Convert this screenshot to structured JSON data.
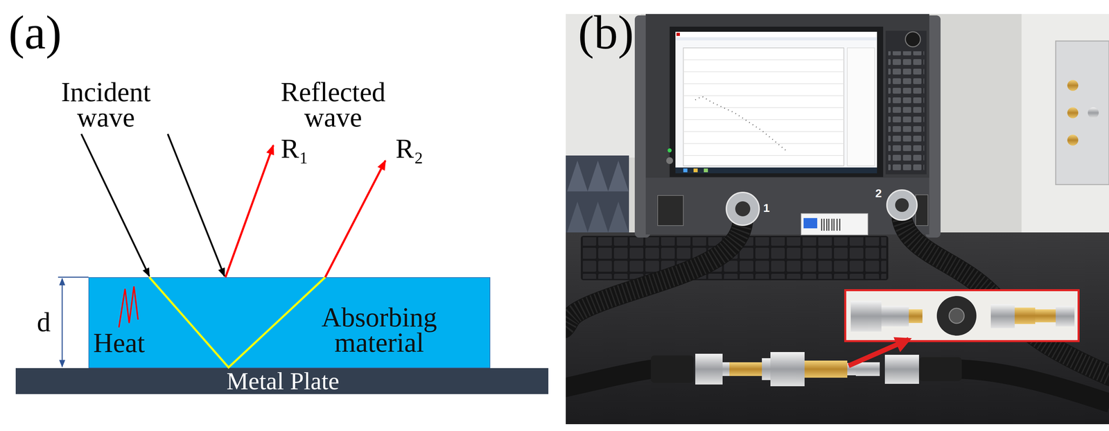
{
  "diagram": {
    "nodes": [
      {
        "text": [
          "Heat",
          "Absorbing material"
        ]
      },
      {
        "text": [
          "Metal Plate"
        ]
      }
    ],
    "labels": [
      "(a)",
      "Incident wave",
      "Reflected wave",
      "R₁",
      "R₂",
      "d",
      "(b)",
      "1",
      "2"
    ]
  }
}
